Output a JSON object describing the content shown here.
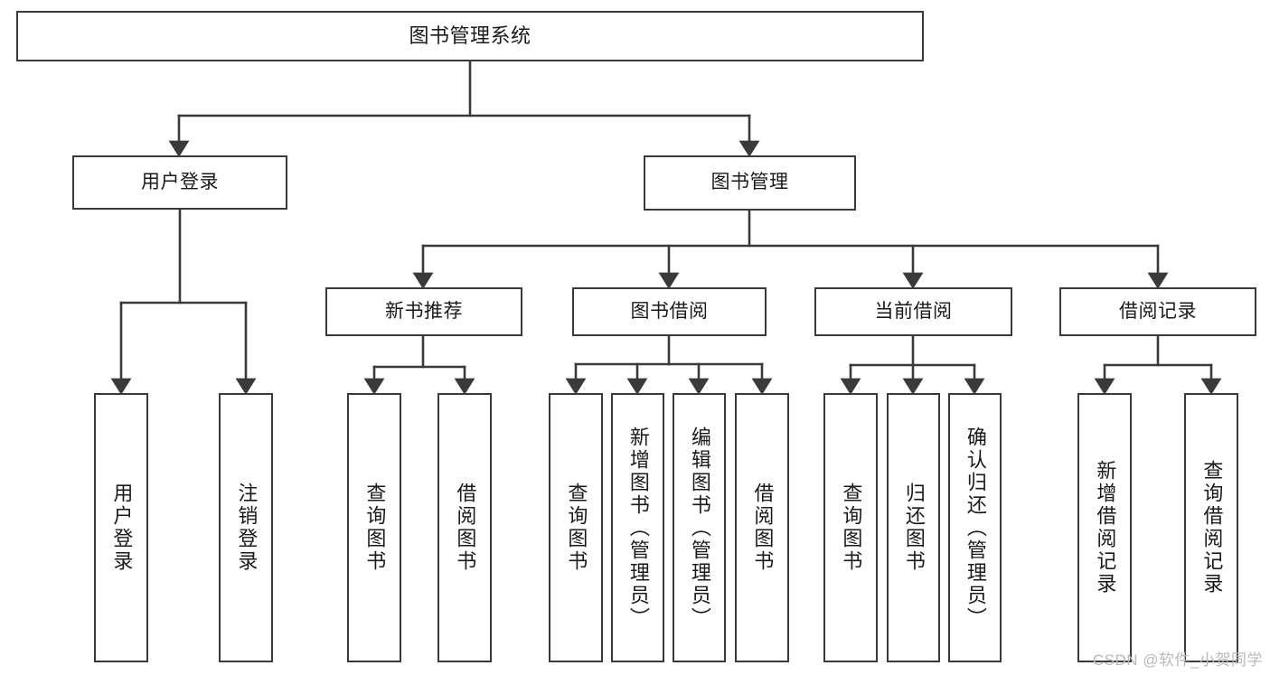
{
  "diagram": {
    "type": "tree-hierarchy",
    "title": "图书管理系统",
    "root": {
      "id": "root",
      "label": "图书管理系统",
      "orientation": "horizontal"
    },
    "level1": [
      {
        "id": "user-login",
        "label": "用户登录",
        "orientation": "horizontal"
      },
      {
        "id": "book-manage",
        "label": "图书管理",
        "orientation": "horizontal"
      }
    ],
    "level2": [
      {
        "id": "new-book-rec",
        "label": "新书推荐",
        "orientation": "horizontal",
        "parent": "book-manage"
      },
      {
        "id": "book-borrow",
        "label": "图书借阅",
        "orientation": "horizontal",
        "parent": "book-manage"
      },
      {
        "id": "current-borrow",
        "label": "当前借阅",
        "orientation": "horizontal",
        "parent": "book-manage"
      },
      {
        "id": "borrow-record",
        "label": "借阅记录",
        "orientation": "horizontal",
        "parent": "book-manage"
      }
    ],
    "leaves": [
      {
        "id": "leaf-user-login",
        "label": "用户登录",
        "parent": "user-login",
        "orientation": "vertical"
      },
      {
        "id": "leaf-user-logout",
        "label": "注销登录",
        "parent": "user-login",
        "orientation": "vertical"
      },
      {
        "id": "leaf-query-book-1",
        "label": "查询图书",
        "parent": "new-book-rec",
        "orientation": "vertical"
      },
      {
        "id": "leaf-borrow-book-1",
        "label": "借阅图书",
        "parent": "new-book-rec",
        "orientation": "vertical"
      },
      {
        "id": "leaf-query-book-2",
        "label": "查询图书",
        "parent": "book-borrow",
        "orientation": "vertical"
      },
      {
        "id": "leaf-add-book",
        "label": "新增图书（管理员）",
        "parent": "book-borrow",
        "orientation": "vertical"
      },
      {
        "id": "leaf-edit-book",
        "label": "编辑图书（管理员）",
        "parent": "book-borrow",
        "orientation": "vertical"
      },
      {
        "id": "leaf-borrow-book-2",
        "label": "借阅图书",
        "parent": "book-borrow",
        "orientation": "vertical"
      },
      {
        "id": "leaf-query-book-3",
        "label": "查询图书",
        "parent": "current-borrow",
        "orientation": "vertical"
      },
      {
        "id": "leaf-return-book",
        "label": "归还图书",
        "parent": "current-borrow",
        "orientation": "vertical"
      },
      {
        "id": "leaf-confirm-return",
        "label": "确认归还（管理员）",
        "parent": "current-borrow",
        "orientation": "vertical"
      },
      {
        "id": "leaf-add-record",
        "label": "新增借阅记录",
        "parent": "borrow-record",
        "orientation": "vertical"
      },
      {
        "id": "leaf-query-record",
        "label": "查询借阅记录",
        "parent": "borrow-record",
        "orientation": "vertical"
      }
    ],
    "colors": {
      "box_border": "#3a3a3a",
      "box_fill": "#ffffff",
      "connector": "#3a3a3a",
      "text": "#1a1a1a",
      "watermark": "#b9b9b9",
      "background": "#ffffff"
    }
  },
  "watermark": {
    "text": "CSDN @软件_小贺同学"
  }
}
